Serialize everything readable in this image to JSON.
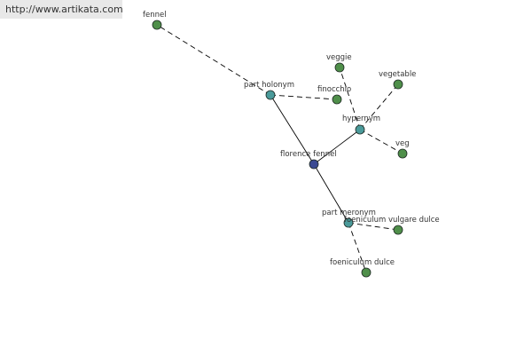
{
  "banner": {
    "text": "http://www.artikata.com"
  },
  "colors": {
    "center_node": "#3b4a92",
    "relation_node": "#4a9a9a",
    "term_node": "#4f8f4a",
    "node_stroke": "#1f2a24",
    "edge": "#000000",
    "banner_bg": "#e8e8e8"
  },
  "graph": {
    "nodes": [
      {
        "id": "florence_fennel",
        "label": "florence fennel",
        "kind": "center"
      },
      {
        "id": "part_holonym",
        "label": "part holonym",
        "kind": "relation"
      },
      {
        "id": "hypernym",
        "label": "hypernym",
        "kind": "relation"
      },
      {
        "id": "part_meronym",
        "label": "part meronym",
        "kind": "relation"
      },
      {
        "id": "fennel",
        "label": "fennel",
        "kind": "term"
      },
      {
        "id": "finocchio",
        "label": "finocchio",
        "kind": "term"
      },
      {
        "id": "veggie",
        "label": "veggie",
        "kind": "term"
      },
      {
        "id": "vegetable",
        "label": "vegetable",
        "kind": "term"
      },
      {
        "id": "veg",
        "label": "veg",
        "kind": "term"
      },
      {
        "id": "foeniculum_vulgare_dulce",
        "label": "foeniculum vulgare dulce",
        "kind": "term"
      },
      {
        "id": "foeniculum_dulce",
        "label": "foeniculum dulce",
        "kind": "term"
      }
    ],
    "edges": [
      {
        "from": "florence_fennel",
        "to": "part_holonym",
        "style": "solid"
      },
      {
        "from": "florence_fennel",
        "to": "hypernym",
        "style": "solid"
      },
      {
        "from": "florence_fennel",
        "to": "part_meronym",
        "style": "solid"
      },
      {
        "from": "part_holonym",
        "to": "fennel",
        "style": "dashed"
      },
      {
        "from": "part_holonym",
        "to": "finocchio",
        "style": "dashed"
      },
      {
        "from": "hypernym",
        "to": "veggie",
        "style": "dashed"
      },
      {
        "from": "hypernym",
        "to": "vegetable",
        "style": "dashed"
      },
      {
        "from": "hypernym",
        "to": "veg",
        "style": "dashed"
      },
      {
        "from": "part_meronym",
        "to": "foeniculum_vulgare_dulce",
        "style": "dashed"
      },
      {
        "from": "part_meronym",
        "to": "foeniculum_dulce",
        "style": "dashed"
      }
    ]
  }
}
